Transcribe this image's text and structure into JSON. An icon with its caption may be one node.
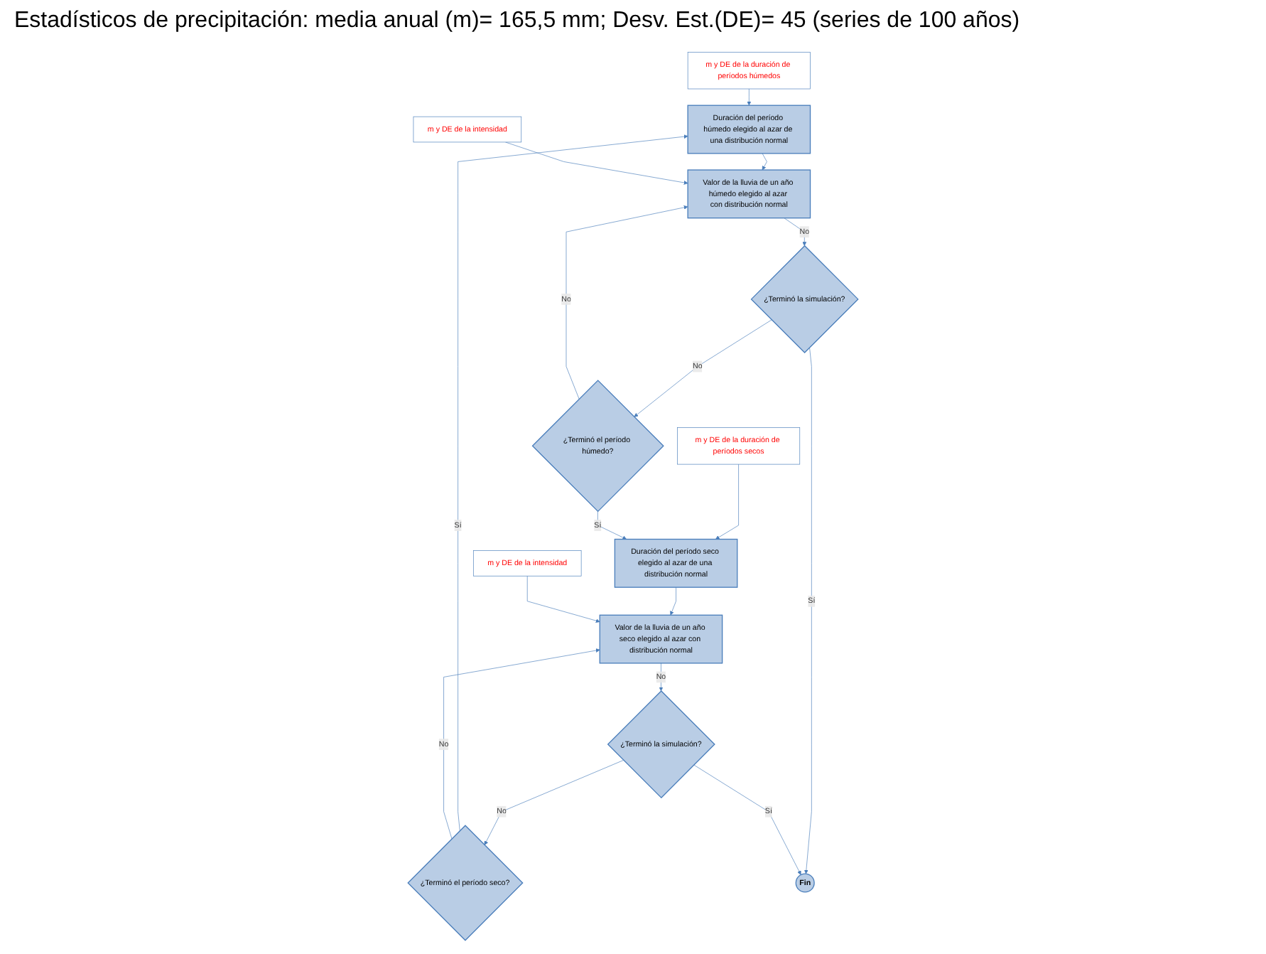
{
  "diagram": {
    "title": "Estadísticos de precipitación: media anual (m)= 165,5 mm; Desv. Est.(DE)= 45 (series de 100 años)",
    "nodes": [
      {
        "text": [
          "m y DE de la duración de períodos húmedos"
        ]
      },
      {
        "text": [
          "m y DE de la duración de períodos secos"
        ]
      },
      {
        "text": [
          "Duración del período húmedo elegido al azar de una distribución normal"
        ]
      },
      {
        "text": [
          "Duración del período seco elegido al azar de una distribución normal"
        ]
      },
      {
        "text": [
          "m y DE de la intensidad"
        ]
      },
      {
        "text": [
          "Valor de la lluvia de un año húmedo elegido al azar con distribución normal"
        ]
      },
      {
        "text": [
          "m y DE de la intensidad"
        ]
      },
      {
        "text": [
          "Valor de la lluvia de un año seco elegido al azar con distribución normal"
        ]
      },
      {
        "text": [
          "¿Terminó el período húmedo?"
        ]
      },
      {
        "text": [
          "¿Terminó el período seco?"
        ]
      },
      {
        "text": [
          "¿Terminó la simulación?"
        ]
      },
      {
        "text": [
          "Fin"
        ]
      },
      {
        "text": [
          "¿Terminó la simulación?"
        ]
      }
    ],
    "edges": [
      {
        "from": 0,
        "to": 2,
        "arrow": "to"
      },
      {
        "from": 1,
        "to": 3,
        "arrow": "to"
      },
      {
        "from": 2,
        "to": 5,
        "arrow": "to"
      },
      {
        "from": 4,
        "to": 5,
        "arrow": "to"
      },
      {
        "from": 3,
        "to": 7,
        "arrow": "to"
      },
      {
        "from": 6,
        "to": 7,
        "arrow": "to"
      },
      {
        "from": 5,
        "to": 10,
        "arrow": "to",
        "label": "No"
      },
      {
        "from": 10,
        "to": 8,
        "arrow": "to",
        "label": "No"
      },
      {
        "from": 8,
        "to": 5,
        "arrow": "to",
        "label": "No"
      },
      {
        "from": 8,
        "to": 3,
        "arrow": "to",
        "label": "Sí"
      },
      {
        "from": 9,
        "to": 2,
        "arrow": "to",
        "label": "Sí"
      },
      {
        "from": 7,
        "to": 12,
        "arrow": "to",
        "label": "No"
      },
      {
        "from": 12,
        "to": 9,
        "arrow": "to",
        "label": "No"
      },
      {
        "from": 9,
        "to": 7,
        "arrow": "to",
        "label": "No"
      },
      {
        "from": 10,
        "to": 11,
        "arrow": "to",
        "label": "Sí"
      },
      {
        "from": 12,
        "to": 11,
        "arrow": "to",
        "label": "Sí"
      }
    ]
  }
}
